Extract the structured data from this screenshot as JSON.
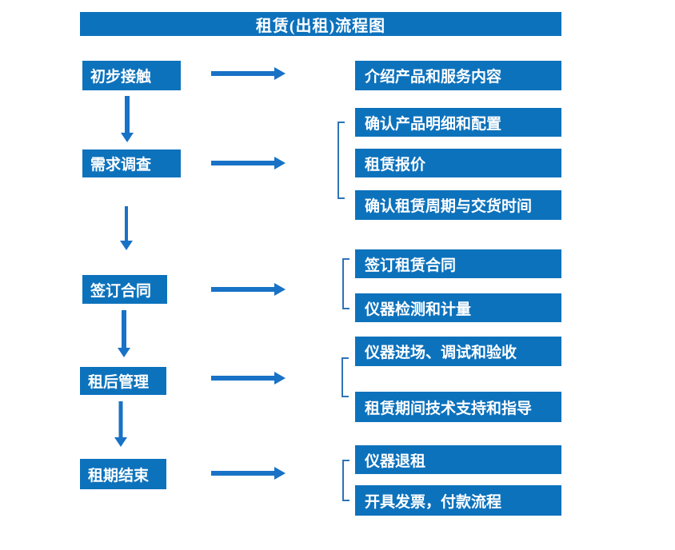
{
  "title": "租赁(出租)流程图",
  "colors": {
    "box_blue": "#0d72bc",
    "arrow_blue": "#1872c6",
    "bracket_blue": "#2e74b5",
    "text_white": "#ffffff"
  },
  "steps": [
    {
      "label": "初步接触",
      "outputs": [
        "介绍产品和服务内容"
      ]
    },
    {
      "label": "需求调查",
      "outputs": [
        "确认产品明细和配置",
        "租赁报价",
        "确认租赁周期与交货时间"
      ]
    },
    {
      "label": "签订合同",
      "outputs": [
        "签订租赁合同",
        "仪器检测和计量"
      ]
    },
    {
      "label": "租后管理",
      "outputs": [
        "仪器进场、调试和验收",
        "租赁期间技术支持和指导"
      ]
    },
    {
      "label": "租期结束",
      "outputs": [
        "仪器退租",
        "开具发票，付款流程"
      ]
    }
  ]
}
